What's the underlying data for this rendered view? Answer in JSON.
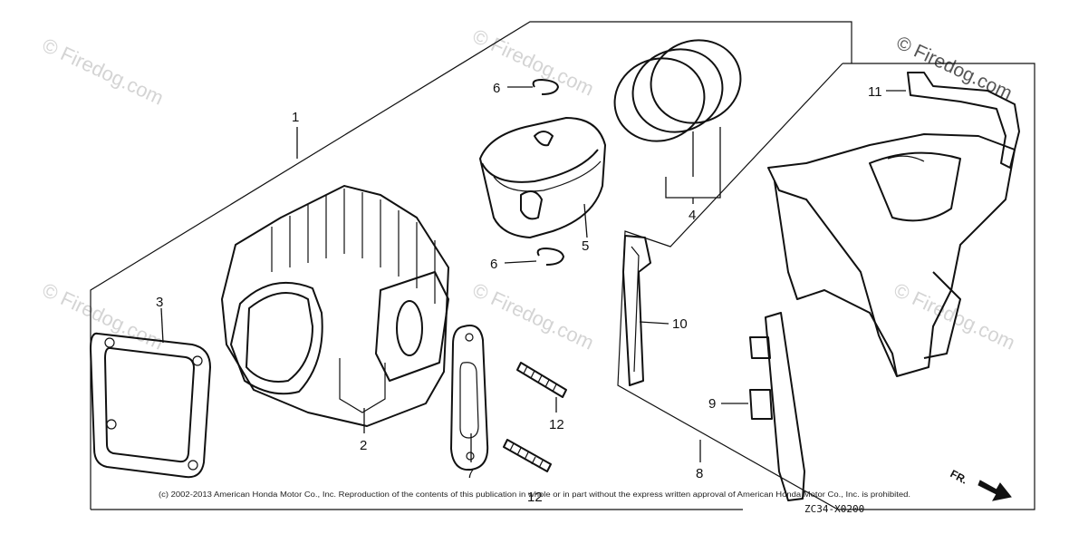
{
  "labels": {
    "l1": "1",
    "l2": "2",
    "l3": "3",
    "l4": "4",
    "l5": "5",
    "l6a": "6",
    "l6b": "6",
    "l7": "7",
    "l8": "8",
    "l9": "9",
    "l10": "10",
    "l11": "11",
    "l12": "12",
    "l12b": "12"
  },
  "watermark": "© Firedog.com",
  "copyright": "(c) 2002-2013 American Honda Motor Co., Inc. Reproduction of the contents of this publication in whole or in part without the express written approval of American Honda Motor Co., Inc. is prohibited.",
  "diagram_code": "ZC34-X0200",
  "direction_label": "FR."
}
